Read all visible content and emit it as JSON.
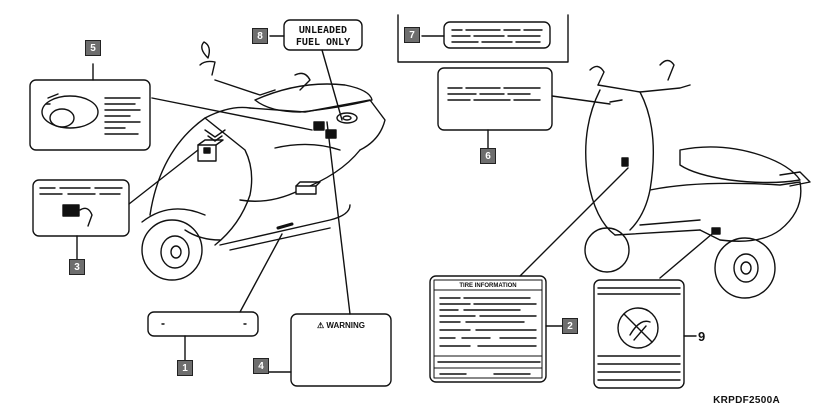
{
  "figure_code": "KRPDF2500A",
  "callouts": [
    "1",
    "2",
    "3",
    "4",
    "5",
    "6",
    "7",
    "8",
    "9"
  ],
  "labels": {
    "fuel_line1": "UNLEADED",
    "fuel_line2": "FUEL ONLY",
    "warning_text": "⚠ WARNING",
    "tire_title": "TIRE  INFORMATION"
  }
}
